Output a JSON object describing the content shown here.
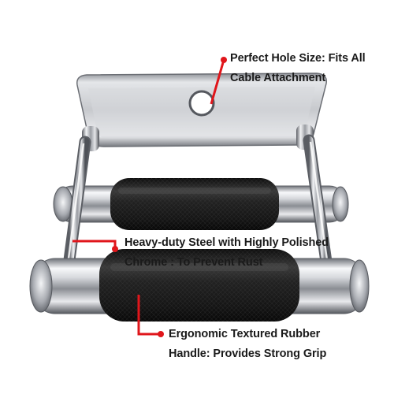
{
  "product": {
    "image_subject": "double-D row handle cable attachment",
    "colors": {
      "chrome_light": "#f4f5f7",
      "chrome_mid": "#b9bcc2",
      "chrome_dark": "#4a4d53",
      "grip_black": "#1b1b1b",
      "callout_red": "#e0161b",
      "text": "#1a1a1a"
    }
  },
  "callouts": [
    {
      "id": "hole",
      "lines": [
        "Perfect Hole Size: Fits All",
        "Cable Attachment"
      ]
    },
    {
      "id": "steel",
      "lines": [
        "Heavy-duty Steel with Highly Polished",
        "Chrome : To Prevent Rust"
      ]
    },
    {
      "id": "grip",
      "lines": [
        "Ergonomic Textured Rubber",
        "Handle: Provides Strong Grip"
      ]
    }
  ]
}
